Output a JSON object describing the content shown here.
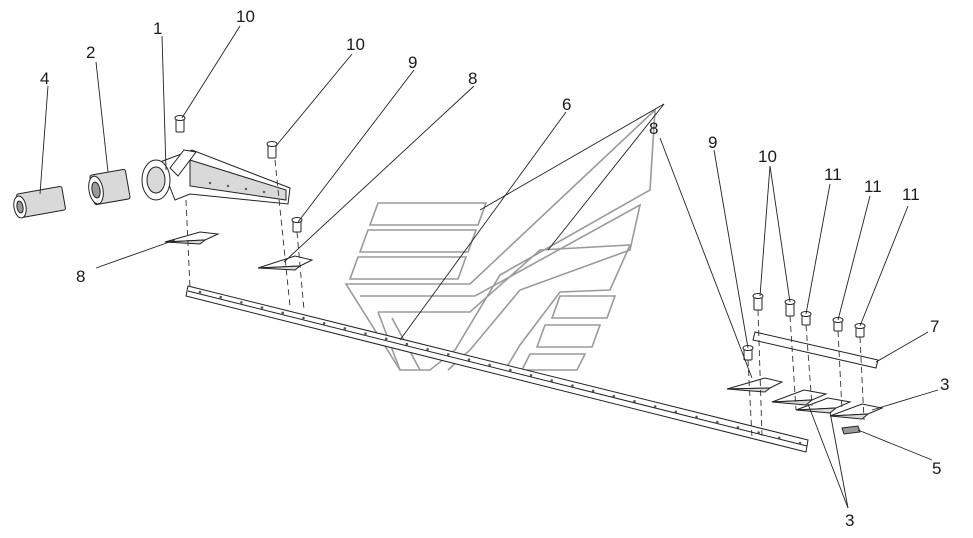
{
  "callouts": [
    {
      "id": "c1",
      "text": "1"
    },
    {
      "id": "c2",
      "text": "2"
    },
    {
      "id": "c4",
      "text": "4"
    },
    {
      "id": "c10a",
      "text": "10"
    },
    {
      "id": "c10b",
      "text": "10"
    },
    {
      "id": "c9a",
      "text": "9"
    },
    {
      "id": "c8a",
      "text": "8"
    },
    {
      "id": "c6",
      "text": "6"
    },
    {
      "id": "c8b",
      "text": "8"
    },
    {
      "id": "c8c",
      "text": "8"
    },
    {
      "id": "c9b",
      "text": "9"
    },
    {
      "id": "c10c",
      "text": "10"
    },
    {
      "id": "c11a",
      "text": "11"
    },
    {
      "id": "c11b",
      "text": "11"
    },
    {
      "id": "c11c",
      "text": "11"
    },
    {
      "id": "c7",
      "text": "7"
    },
    {
      "id": "c3a",
      "text": "3"
    },
    {
      "id": "c5",
      "text": "5"
    },
    {
      "id": "c3b",
      "text": "3"
    }
  ],
  "colors": {
    "line": "#222222",
    "watermark": "#9a9a9a",
    "background": "#ffffff"
  }
}
